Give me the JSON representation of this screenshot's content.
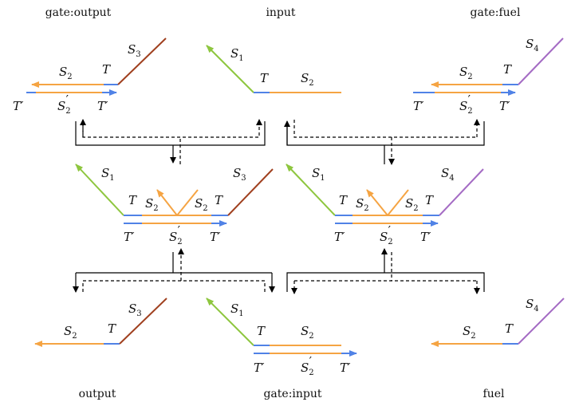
{
  "colors": {
    "orange": "#f5a443",
    "blue": "#5082e6",
    "green": "#8ec63f",
    "brown": "#a0401f",
    "purple": "#a46bc4",
    "arrow": "#000000"
  },
  "labels": {
    "gate_output": "gate:output",
    "input": "input",
    "gate_fuel": "gate:fuel",
    "output": "output",
    "gate_input": "gate:input",
    "fuel": "fuel"
  },
  "symbols": {
    "S": "S",
    "T": "T",
    "Tp": "T′",
    "prime": "′",
    "sub1": "1",
    "sub2": "2",
    "sub3": "3",
    "sub4": "4"
  }
}
